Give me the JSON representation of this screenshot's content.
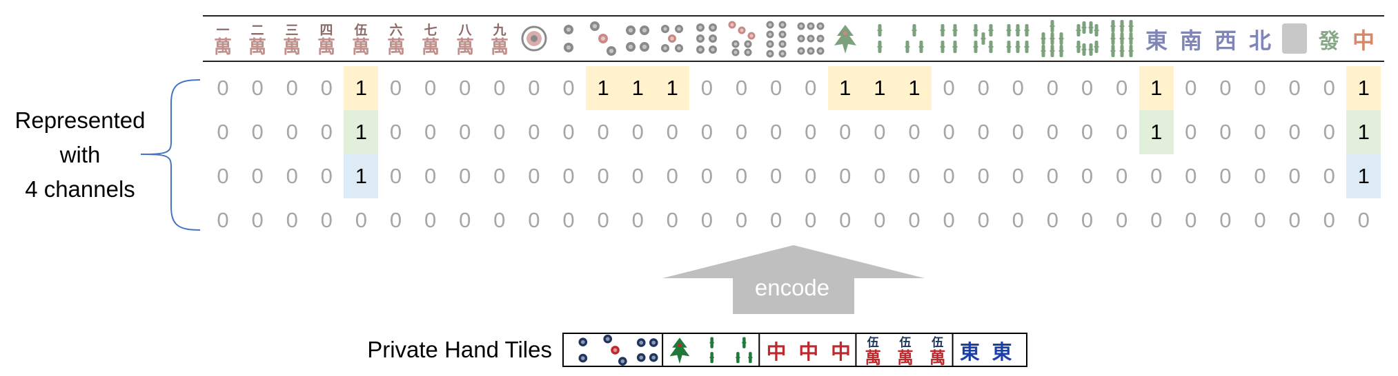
{
  "header": {
    "tiles": [
      {
        "group": "characters",
        "rank": "一",
        "suit": "萬",
        "icon": "one-character-tile-icon"
      },
      {
        "group": "characters",
        "rank": "二",
        "suit": "萬",
        "icon": "two-character-tile-icon"
      },
      {
        "group": "characters",
        "rank": "三",
        "suit": "萬",
        "icon": "three-character-tile-icon"
      },
      {
        "group": "characters",
        "rank": "四",
        "suit": "萬",
        "icon": "four-character-tile-icon"
      },
      {
        "group": "characters",
        "rank": "伍",
        "suit": "萬",
        "icon": "five-character-tile-icon"
      },
      {
        "group": "characters",
        "rank": "六",
        "suit": "萬",
        "icon": "six-character-tile-icon"
      },
      {
        "group": "characters",
        "rank": "七",
        "suit": "萬",
        "icon": "seven-character-tile-icon"
      },
      {
        "group": "characters",
        "rank": "八",
        "suit": "萬",
        "icon": "eight-character-tile-icon"
      },
      {
        "group": "characters",
        "rank": "九",
        "suit": "萬",
        "icon": "nine-character-tile-icon"
      },
      {
        "group": "dots",
        "count": 1,
        "icon": "one-dot-tile-icon"
      },
      {
        "group": "dots",
        "count": 2,
        "icon": "two-dot-tile-icon"
      },
      {
        "group": "dots",
        "count": 3,
        "icon": "three-dot-tile-icon"
      },
      {
        "group": "dots",
        "count": 4,
        "icon": "four-dot-tile-icon"
      },
      {
        "group": "dots",
        "count": 5,
        "icon": "five-dot-tile-icon"
      },
      {
        "group": "dots",
        "count": 6,
        "icon": "six-dot-tile-icon"
      },
      {
        "group": "dots",
        "count": 7,
        "icon": "seven-dot-tile-icon"
      },
      {
        "group": "dots",
        "count": 8,
        "icon": "eight-dot-tile-icon"
      },
      {
        "group": "dots",
        "count": 9,
        "icon": "nine-dot-tile-icon"
      },
      {
        "group": "bamboo",
        "count": 1,
        "icon": "one-bamboo-bird-tile-icon"
      },
      {
        "group": "bamboo",
        "count": 2,
        "icon": "two-bamboo-tile-icon"
      },
      {
        "group": "bamboo",
        "count": 3,
        "icon": "three-bamboo-tile-icon"
      },
      {
        "group": "bamboo",
        "count": 4,
        "icon": "four-bamboo-tile-icon"
      },
      {
        "group": "bamboo",
        "count": 5,
        "icon": "five-bamboo-tile-icon"
      },
      {
        "group": "bamboo",
        "count": 6,
        "icon": "six-bamboo-tile-icon"
      },
      {
        "group": "bamboo",
        "count": 7,
        "icon": "seven-bamboo-tile-icon"
      },
      {
        "group": "bamboo",
        "count": 8,
        "icon": "eight-bamboo-tile-icon"
      },
      {
        "group": "bamboo",
        "count": 9,
        "icon": "nine-bamboo-tile-icon"
      },
      {
        "group": "wind",
        "glyph": "東",
        "icon": "east-wind-tile-icon"
      },
      {
        "group": "wind",
        "glyph": "南",
        "icon": "south-wind-tile-icon"
      },
      {
        "group": "wind",
        "glyph": "西",
        "icon": "west-wind-tile-icon"
      },
      {
        "group": "wind",
        "glyph": "北",
        "icon": "north-wind-tile-icon"
      },
      {
        "group": "dragon",
        "glyph": "",
        "icon": "white-dragon-tile-icon"
      },
      {
        "group": "dragon",
        "glyph": "發",
        "icon": "green-dragon-tile-icon"
      },
      {
        "group": "dragon",
        "glyph": "中",
        "icon": "red-dragon-tile-icon"
      }
    ]
  },
  "matrix": {
    "rows": [
      [
        0,
        0,
        0,
        0,
        1,
        0,
        0,
        0,
        0,
        0,
        0,
        1,
        1,
        1,
        0,
        0,
        0,
        0,
        1,
        1,
        1,
        0,
        0,
        0,
        0,
        0,
        0,
        1,
        0,
        0,
        0,
        0,
        0,
        1
      ],
      [
        0,
        0,
        0,
        0,
        1,
        0,
        0,
        0,
        0,
        0,
        0,
        0,
        0,
        0,
        0,
        0,
        0,
        0,
        0,
        0,
        0,
        0,
        0,
        0,
        0,
        0,
        0,
        1,
        0,
        0,
        0,
        0,
        0,
        1
      ],
      [
        0,
        0,
        0,
        0,
        1,
        0,
        0,
        0,
        0,
        0,
        0,
        0,
        0,
        0,
        0,
        0,
        0,
        0,
        0,
        0,
        0,
        0,
        0,
        0,
        0,
        0,
        0,
        0,
        0,
        0,
        0,
        0,
        0,
        1
      ],
      [
        0,
        0,
        0,
        0,
        0,
        0,
        0,
        0,
        0,
        0,
        0,
        0,
        0,
        0,
        0,
        0,
        0,
        0,
        0,
        0,
        0,
        0,
        0,
        0,
        0,
        0,
        0,
        0,
        0,
        0,
        0,
        0,
        0,
        0
      ]
    ],
    "row_highlight_colors": [
      "#fff2cc",
      "#e2efda",
      "#ddebf7",
      "#ffffff"
    ]
  },
  "channel_label": [
    "Represented",
    "with",
    "4 channels"
  ],
  "encode_label": "encode",
  "hand": {
    "label": "Private Hand Tiles",
    "tiles": [
      {
        "kind": "dots",
        "count": 2,
        "icon": "two-dot-tile-icon"
      },
      {
        "kind": "dots",
        "count": 3,
        "icon": "three-dot-tile-icon"
      },
      {
        "kind": "dots",
        "count": 4,
        "icon": "four-dot-tile-icon"
      },
      {
        "kind": "bamboo",
        "count": 1,
        "icon": "one-bamboo-bird-tile-icon"
      },
      {
        "kind": "bamboo",
        "count": 2,
        "icon": "two-bamboo-tile-icon"
      },
      {
        "kind": "bamboo",
        "count": 3,
        "icon": "three-bamboo-tile-icon"
      },
      {
        "kind": "dragon",
        "glyph": "中",
        "icon": "red-dragon-tile-icon"
      },
      {
        "kind": "dragon",
        "glyph": "中",
        "icon": "red-dragon-tile-icon"
      },
      {
        "kind": "dragon",
        "glyph": "中",
        "icon": "red-dragon-tile-icon"
      },
      {
        "kind": "characters",
        "rank": "伍",
        "suit": "萬",
        "icon": "five-character-tile-icon"
      },
      {
        "kind": "characters",
        "rank": "伍",
        "suit": "萬",
        "icon": "five-character-tile-icon"
      },
      {
        "kind": "characters",
        "rank": "伍",
        "suit": "萬",
        "icon": "five-character-tile-icon"
      },
      {
        "kind": "wind",
        "glyph": "東",
        "icon": "east-wind-tile-icon"
      },
      {
        "kind": "wind",
        "glyph": "東",
        "icon": "east-wind-tile-icon"
      }
    ]
  },
  "colors": {
    "character_faded": "#c0908c",
    "character_rank_faded": "#8c6a68",
    "dots_faded": "#8a8a8a",
    "dots_red_faded": "#c98a86",
    "bamboo_faded": "#7da07d",
    "wind_faded": "#7f86b5",
    "white_dragon": "#c8c8c8",
    "green_dragon_faded": "#86a886",
    "red_dragon_faded": "#d48a6a",
    "hand_red": "#c0282c",
    "hand_blue": "#1d3fa8",
    "hand_green": "#1f7a3a",
    "hand_dark": "#1f3560",
    "arrow": "#bfbfbf",
    "brace": "#4472c4",
    "zero_text": "#a6a6a6",
    "one_text": "#000000"
  }
}
